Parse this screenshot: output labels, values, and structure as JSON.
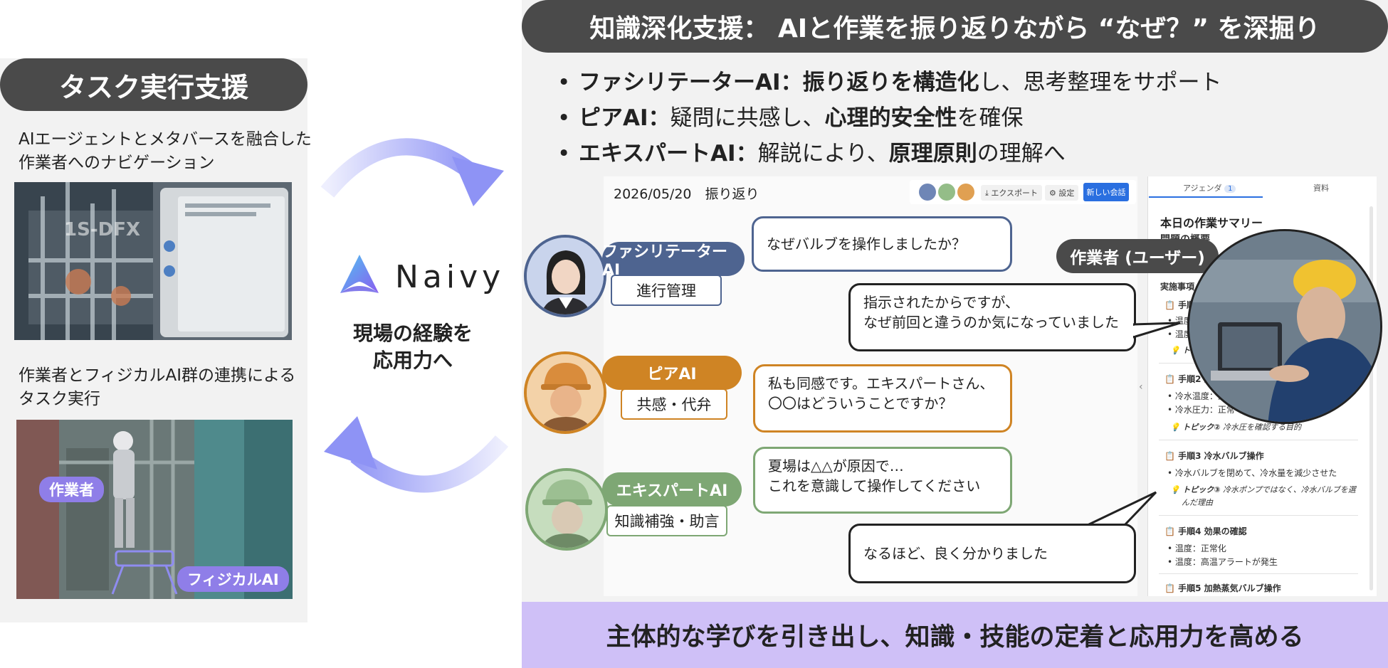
{
  "left": {
    "title": "タスク実行支援",
    "caption1_line1": "AIエージェントとメタバースを融合した",
    "caption1_line2": "作業者へのナビゲーション",
    "photo1_label": "1S-DFX",
    "caption2_line1": "作業者とフィジカルAI群の連携による",
    "caption2_line2": "タスク実行",
    "tag_worker": "作業者",
    "tag_physical_ai": "フィジカルAI"
  },
  "center": {
    "logo": "Naivy",
    "tagline_line1": "現場の経験を",
    "tagline_line2": "応用力へ"
  },
  "right": {
    "title": "知識深化支援： AIと作業を振り返りながら “なぜ？” を深掘り",
    "bullets": [
      {
        "bold": "ファシリテーターAI：振り返りを構造化",
        "rest": "し、思考整理をサポート"
      },
      {
        "bold": "ピアAI：",
        "rest": "疑問に共感し、",
        "bold2": "心理的安全性",
        "rest2": "を確保"
      },
      {
        "bold": "エキスパートAI：",
        "rest": "解説により、",
        "bold2": "原理原則",
        "rest2": "の理解へ"
      }
    ],
    "chat": {
      "date": "2026/05/20　振り返り",
      "export_label": "エクスポート",
      "settings_label": "設定",
      "new_chat_label": "新しい会話"
    },
    "agents": {
      "facilitator": {
        "name": "ファシリテーターAI",
        "role": "進行管理",
        "color": "#4e6490"
      },
      "peer": {
        "name": "ピアAI",
        "role": "共感・代弁",
        "color": "#cf8424"
      },
      "expert": {
        "name": "エキスパートAI",
        "role": "知識補強・助言",
        "color": "#7ea774"
      }
    },
    "messages": {
      "facilitator": "なぜバルブを操作しましたか？",
      "worker1_line1": "指示されたからですが、",
      "worker1_line2": "なぜ前回と違うのか気になっていました",
      "peer_line1": "私も同感です。エキスパートさん、",
      "peer_line2": "〇〇はどういうことですか？",
      "expert_line1": "夏場は△△が原因で…",
      "expert_line2": "これを意識して操作してください",
      "worker2": "なるほど、良く分かりました"
    },
    "worker_label": "作業者 (ユーザー)",
    "agenda": {
      "tab_agenda": "アジェンダ",
      "tab_agenda_count": "1",
      "tab_materials": "資料",
      "title": "本日の作業サマリー",
      "issue_heading": "問題の概要",
      "impl_heading": "実施事項",
      "step1": "手順1",
      "step1_item1": "温度：",
      "step1_item2": "温度：",
      "step1_topic": "トピ",
      "step2": "手順2 冷",
      "step2_item1": "冷水温度：正",
      "step2_item2": "冷水圧力：正常",
      "step2_topic_label": "トピック②",
      "step2_topic": "冷水圧を確認する目的",
      "step3": "手順3 冷水バルブ操作",
      "step3_item1": "冷水バルブを閉めて、冷水量を減少させた",
      "step3_topic_label": "トピック③",
      "step3_topic_line1": "冷水ポンプではなく、冷水バルブを選",
      "step3_topic_line2": "んだ理由",
      "step4": "手順4 効果の確認",
      "step4_item1": "温度：正常化",
      "step4_item2": "温度：高温アラートが発生",
      "step5": "手順5 加熱蒸気バルブ操作"
    },
    "bottom": "主体的な学びを引き出し、知識・技能の定着と応用力を高める"
  },
  "colors": {
    "header_bg": "#4a4a4a",
    "arrow": "#8e93f5",
    "accent_purple": "#8f7ee8",
    "bottom_bar": "#cfc0f7",
    "facilitator": "#4e6490",
    "peer": "#cf8424",
    "expert": "#7ea774",
    "button_blue": "#2a6fe0"
  }
}
